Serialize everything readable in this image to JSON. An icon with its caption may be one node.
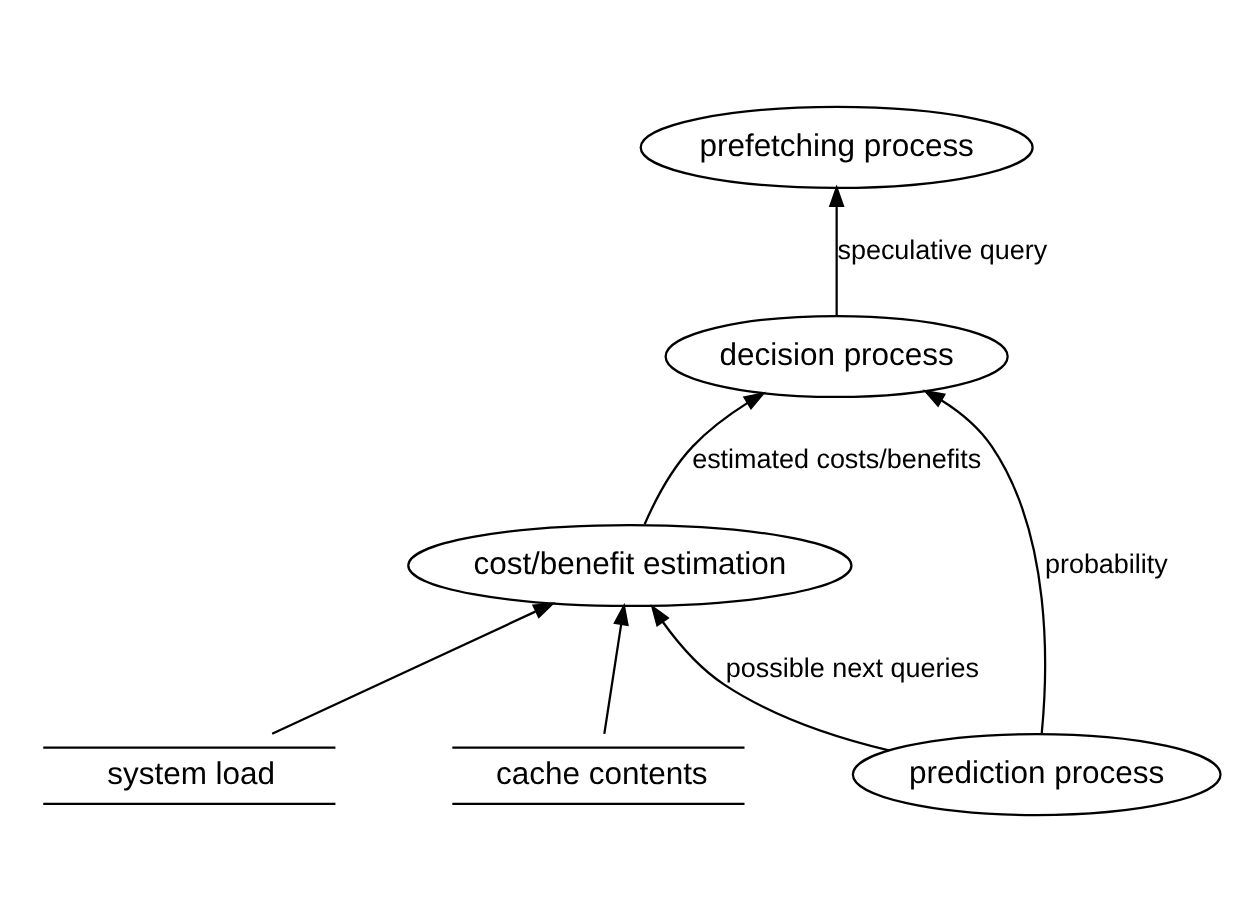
{
  "diagram": {
    "nodes": [
      {
        "text": [
          "prefetching process"
        ]
      },
      {
        "text": [
          "decision process"
        ]
      },
      {
        "text": [
          "system load"
        ]
      },
      {
        "text": [
          "cache contents"
        ]
      },
      {
        "text": [
          "cost/benefit estimation"
        ]
      },
      {
        "text": [
          "prediction process"
        ]
      }
    ],
    "edges": [
      {
        "from": 1,
        "to": 0,
        "arrow": "to",
        "label": "speculative query"
      },
      {
        "from": 4,
        "to": 1,
        "arrow": "to",
        "label": "estimated costs/benefits"
      },
      {
        "from": 2,
        "to": 4,
        "arrow": "to"
      },
      {
        "from": 3,
        "to": 4,
        "arrow": "to"
      },
      {
        "from": 5,
        "to": 4,
        "arrow": "to",
        "label": "possible next queries"
      },
      {
        "from": 5,
        "to": 1,
        "arrow": "to",
        "label": "probability"
      }
    ]
  }
}
